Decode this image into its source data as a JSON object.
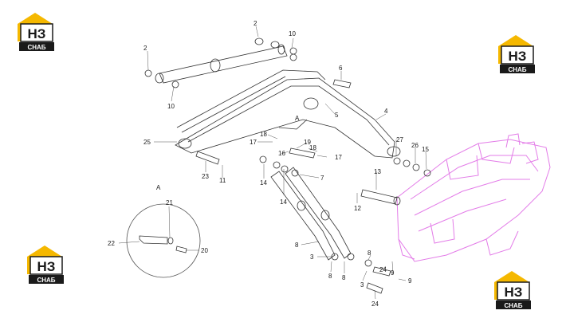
{
  "logo": {
    "mark": "НЗ",
    "caption": "СНАБ",
    "brand_yellow": "#f5b800",
    "brand_dark": "#1a1a1a"
  },
  "view_label": "A",
  "detail_label": "A",
  "callouts": [
    "2",
    "10",
    "2",
    "10",
    "6",
    "5",
    "4",
    "25",
    "18",
    "17",
    "19",
    "16",
    "18",
    "17",
    "27",
    "26",
    "15",
    "23",
    "11",
    "14",
    "14",
    "7",
    "13",
    "12",
    "21",
    "22",
    "20",
    "8",
    "3",
    "8",
    "8",
    "3",
    "24",
    "24",
    "9",
    "9"
  ],
  "colors": {
    "frame": "#e37ce8",
    "lines": "#333333"
  }
}
